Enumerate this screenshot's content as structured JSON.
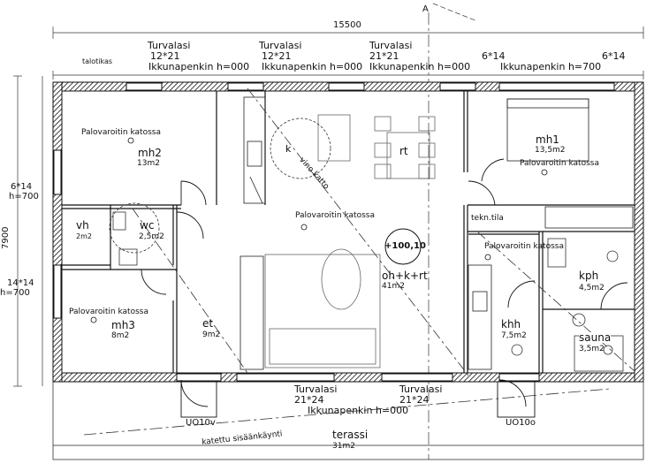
{
  "dimensions": {
    "overall_width": "15500",
    "overall_depth": "7900",
    "left_upper_window": "6*14",
    "left_upper_height": "h=700",
    "left_lower_window": "14*14",
    "left_lower_height": "h=700",
    "section_mark": "A"
  },
  "top_windows": [
    {
      "type": "Turvalasi",
      "size": "12*21",
      "sill": "Ikkunapenkin h=000"
    },
    {
      "type": "Turvalasi",
      "size": "12*21",
      "sill": "Ikkunapenkin h=000"
    },
    {
      "type": "Turvalasi",
      "size": "21*21",
      "sill": "Ikkunapenkin h=000"
    },
    {
      "type": "",
      "size": "6*14",
      "sill": "Ikkunapenkin h=700"
    },
    {
      "type": "",
      "size": "6*14",
      "sill": ""
    }
  ],
  "bottom_windows": [
    {
      "type": "Turvalasi",
      "size": "21*24",
      "sill": "Ikkunapenkin h=000"
    },
    {
      "type": "Turvalasi",
      "size": "21*24",
      "sill": ""
    }
  ],
  "rooms": [
    {
      "name": "mh2",
      "area": "13m2",
      "note": "Palovaroitin katossa"
    },
    {
      "name": "vh",
      "area": "2m2",
      "note": ""
    },
    {
      "name": "wc",
      "area": "2,5m2",
      "note": ""
    },
    {
      "name": "mh3",
      "area": "8m2",
      "note": "Palovaroitin katossa"
    },
    {
      "name": "et",
      "area": "9m2",
      "note": ""
    },
    {
      "name": "oh+k+rt",
      "area": "41m2",
      "note": "Palovaroitin katossa"
    },
    {
      "name": "mh1",
      "area": "13,5m2",
      "note": "Palovaroitin katossa"
    },
    {
      "name": "tekn.tila",
      "area": "",
      "note": "Palovaroitin katossa"
    },
    {
      "name": "khh",
      "area": "7,5m2",
      "note": ""
    },
    {
      "name": "kph",
      "area": "4,5m2",
      "note": ""
    },
    {
      "name": "sauna",
      "area": "3,5m2",
      "note": ""
    },
    {
      "name": "terassi",
      "area": "31m2",
      "note": ""
    }
  ],
  "annotations": {
    "talotikas": "talotikas",
    "kitchen_k": "k",
    "dining_rt": "rt",
    "vino_katto": "vino katto",
    "floor_level": "+100,10",
    "entrance": "katettu sisäänkäynti",
    "door_left": "UO10v",
    "door_right": "UO10o"
  }
}
